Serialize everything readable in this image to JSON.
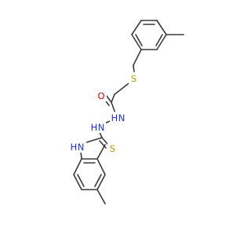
{
  "molecule": {
    "colors": {
      "bond": "#3a3a3a",
      "S": "#b2a000",
      "O": "#e00000",
      "N": "#2030e0"
    },
    "atom_labels": {
      "S_thioether": "S",
      "O_carbonyl": "O",
      "NH_1": "H",
      "N_1": "N",
      "NH_2": "H",
      "N_2": "N",
      "NH_3": "H",
      "N_3": "N",
      "S_thione": "S"
    }
  }
}
